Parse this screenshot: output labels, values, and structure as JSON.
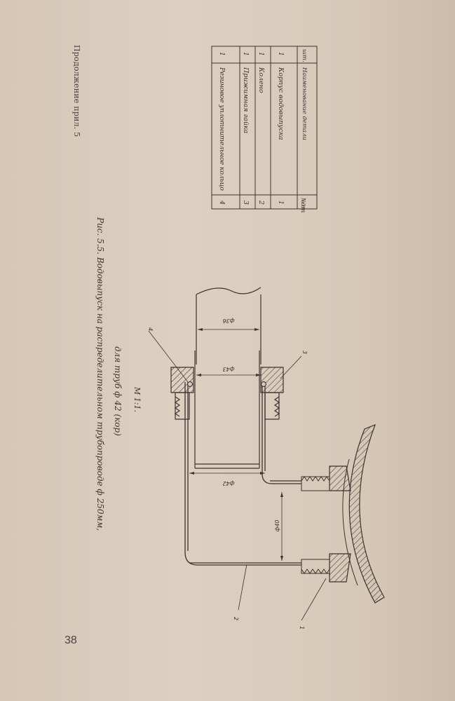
{
  "header": {
    "continuation": "Продолжение прил. 5"
  },
  "caption": {
    "line1": "Рис. 5.5. Водовыпуск на распределительном трубопроводе ф 250мм,",
    "line2": "для труб ф 42 (кор)",
    "scale": "М 1:1."
  },
  "page_number": "38",
  "dimensions": {
    "d36": "ф36",
    "d43": "ф43",
    "d42": "ф42",
    "d40": "ф40"
  },
  "leaders": {
    "l1": "1",
    "l2": "2",
    "l3": "3",
    "l4": "4"
  },
  "parts_table": {
    "header": {
      "num": "№ дет.",
      "name": "Наименование детали",
      "qty": "шт."
    },
    "rows": [
      {
        "num": "4",
        "name": "Резиновое уплотнительное кольцо",
        "qty": "1"
      },
      {
        "num": "3",
        "name": "Прижимная гайка",
        "qty": "1"
      },
      {
        "num": "2",
        "name": "Колено",
        "qty": "1"
      },
      {
        "num": "1",
        "name": "Корпус водовыпуска",
        "qty": "1"
      }
    ]
  }
}
